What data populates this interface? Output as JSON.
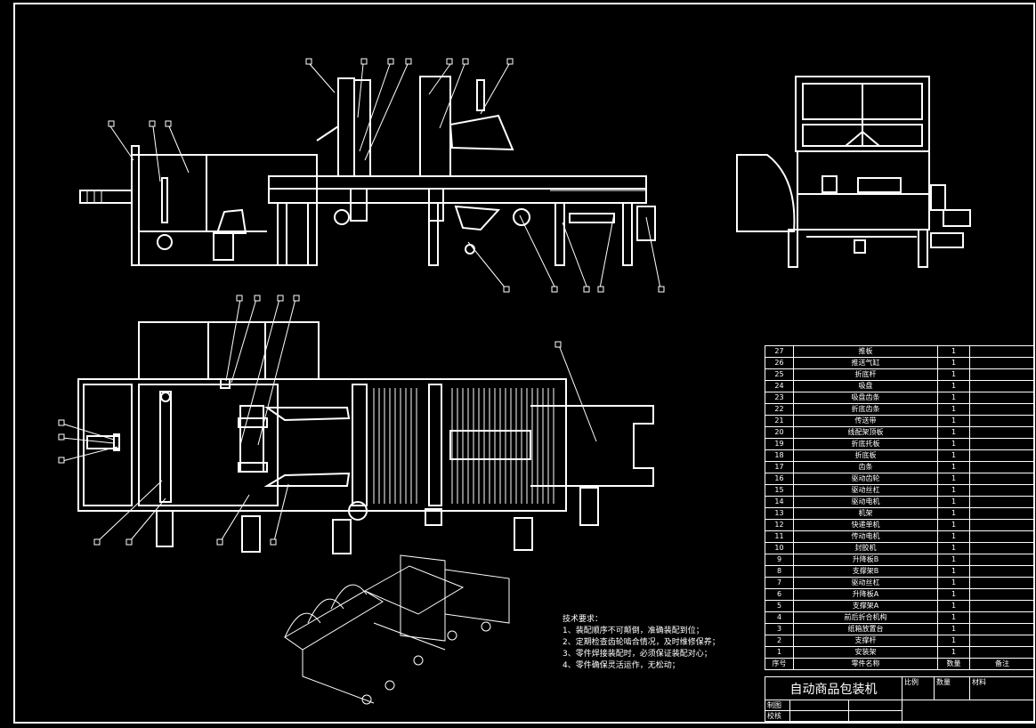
{
  "tech_requirements": {
    "title": "技术要求：",
    "items": [
      "1、装配顺序不可颠倒，准确装配到位；",
      "2、定期检查齿轮啮合情况，及时维修保养；",
      "3、零件焊接装配时，必须保证装配对心；",
      "4、零件确保灵活运作，无松动；"
    ]
  },
  "bom": {
    "rows": [
      {
        "no": "27",
        "name": "推板",
        "qty": "1"
      },
      {
        "no": "26",
        "name": "推送气缸",
        "qty": "1"
      },
      {
        "no": "25",
        "name": "折底杆",
        "qty": "1"
      },
      {
        "no": "24",
        "name": "吸盘",
        "qty": "1"
      },
      {
        "no": "23",
        "name": "吸盘齿条",
        "qty": "1"
      },
      {
        "no": "22",
        "name": "折底齿条",
        "qty": "1"
      },
      {
        "no": "21",
        "name": "传送带",
        "qty": "1"
      },
      {
        "no": "20",
        "name": "线配架顶板",
        "qty": "1"
      },
      {
        "no": "19",
        "name": "折底托板",
        "qty": "1"
      },
      {
        "no": "18",
        "name": "折底板",
        "qty": "1"
      },
      {
        "no": "17",
        "name": "齿条",
        "qty": "1"
      },
      {
        "no": "16",
        "name": "驱动齿轮",
        "qty": "1"
      },
      {
        "no": "15",
        "name": "驱动丝杠",
        "qty": "1"
      },
      {
        "no": "14",
        "name": "驱动电机",
        "qty": "1"
      },
      {
        "no": "13",
        "name": "机架",
        "qty": "1"
      },
      {
        "no": "12",
        "name": "快递单机",
        "qty": "1"
      },
      {
        "no": "11",
        "name": "传动电机",
        "qty": "1"
      },
      {
        "no": "10",
        "name": "封胶机",
        "qty": "1"
      },
      {
        "no": "9",
        "name": "升降板B",
        "qty": "1"
      },
      {
        "no": "8",
        "name": "支撑架B",
        "qty": "1"
      },
      {
        "no": "7",
        "name": "驱动丝杠",
        "qty": "1"
      },
      {
        "no": "6",
        "name": "升降板A",
        "qty": "1"
      },
      {
        "no": "5",
        "name": "支撑架A",
        "qty": "1"
      },
      {
        "no": "4",
        "name": "前后折合机构",
        "qty": "1"
      },
      {
        "no": "3",
        "name": "纸箱放置台",
        "qty": "1"
      },
      {
        "no": "2",
        "name": "支撑杆",
        "qty": "1"
      },
      {
        "no": "1",
        "name": "安装架",
        "qty": "1"
      }
    ],
    "header": {
      "no": "序号",
      "name": "零件名称",
      "qty": "数量",
      "remark": "备注"
    }
  },
  "title_block": {
    "title": "自动商品包装机",
    "scale_label": "比例",
    "qty_label": "数量",
    "material_label": "材料",
    "drawn_label": "制图",
    "checked_label": "校核"
  }
}
